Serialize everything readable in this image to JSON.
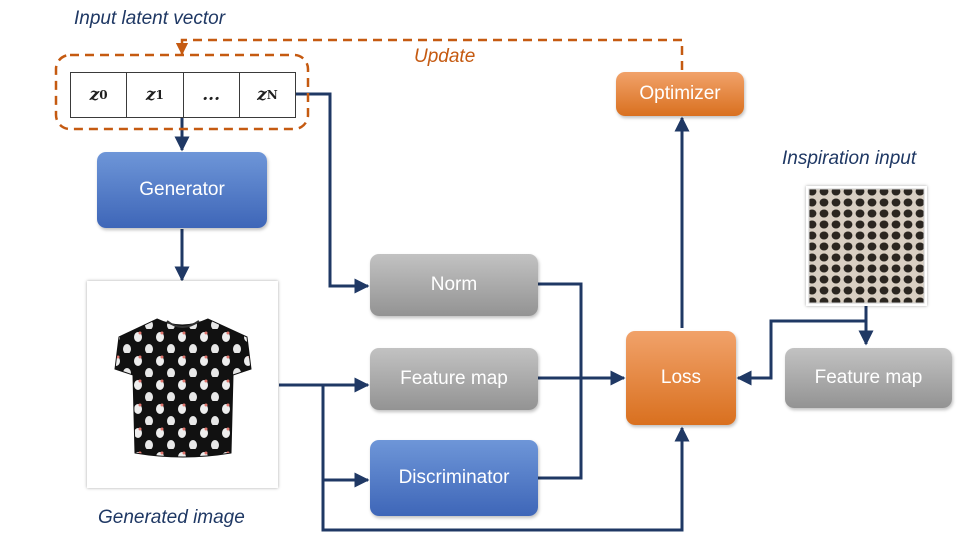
{
  "labels": {
    "input_latent_vector": "Input latent vector",
    "update": "Update",
    "generated_image": "Generated image",
    "inspiration_input": "Inspiration input"
  },
  "latent_cells": [
    {
      "name": "z",
      "sub": "0"
    },
    {
      "name": "z",
      "sub": "1"
    },
    {
      "name": "...",
      "sub": ""
    },
    {
      "name": "z",
      "sub": "N"
    }
  ],
  "boxes": {
    "generator": "Generator",
    "norm": "Norm",
    "feature_map_generated": "Feature map",
    "discriminator": "Discriminator",
    "loss": "Loss",
    "optimizer": "Optimizer",
    "feature_map_inspiration": "Feature map"
  },
  "colors": {
    "arrow": "#1f3864",
    "update_dashed": "#c55a11",
    "generator_box": "#4a73c4",
    "discriminator_box": "#4a73c4",
    "gray_box": "#a6a6a6",
    "loss_box": "#e07b2e",
    "optimizer_box": "#e07b2e"
  }
}
